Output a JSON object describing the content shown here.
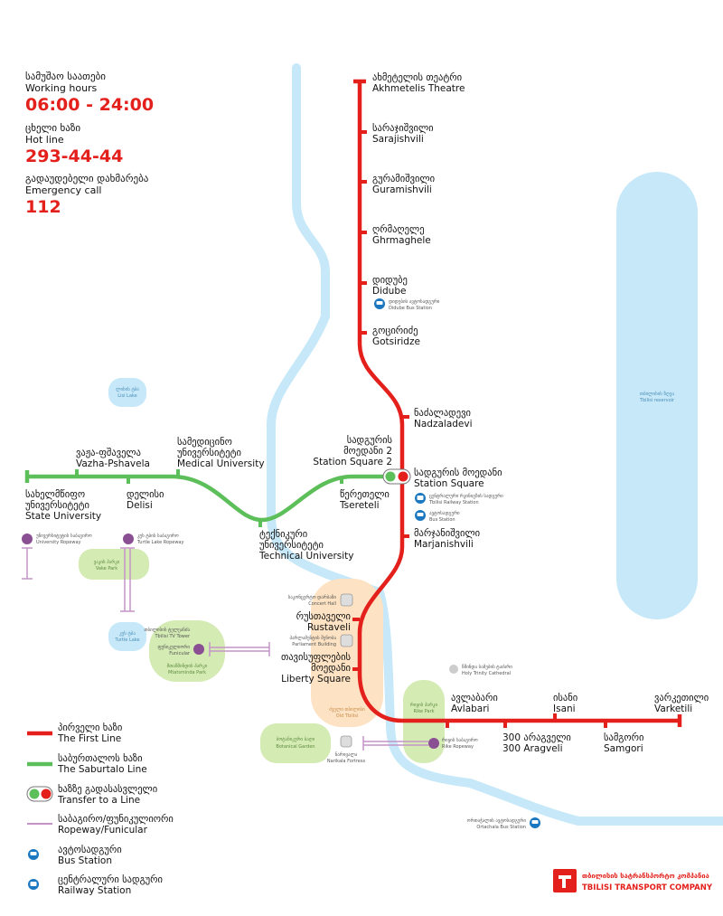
{
  "info": {
    "working_hours_ka": "სამუშაო საათები",
    "working_hours_en": "Working hours",
    "working_hours": "06:00 - 24:00",
    "hotline_ka": "ცხელი ხაზი",
    "hotline_en": "Hot line",
    "hotline": "293-44-44",
    "emergency_ka": "გადაუდებელი დახმარება",
    "emergency_en": "Emergency call",
    "emergency": "112"
  },
  "colors": {
    "red_line": "#e3201b",
    "green_line": "#5cbf5a",
    "river": "#c6e8f8",
    "park": "#d4ebb4",
    "zone": "#fde3c3",
    "ropeway": "#c494c8",
    "bus": "#1b78c0"
  },
  "red_stations": [
    {
      "ka": "ახმეტელის თეატრი",
      "en": "Akhmetelis Theatre"
    },
    {
      "ka": "სარაჯიშვილი",
      "en": "Sarajishvili"
    },
    {
      "ka": "გურამიშვილი",
      "en": "Guramishvili"
    },
    {
      "ka": "ღრმაღელე",
      "en": "Ghrmaghele"
    },
    {
      "ka": "დიდუბე",
      "en": "Didube"
    },
    {
      "ka": "გოცირიძე",
      "en": "Gotsiridze"
    },
    {
      "ka": "ნაძალადევი",
      "en": "Nadzaladevi"
    },
    {
      "ka": "სადგურის მოედანი",
      "en": "Station Square"
    },
    {
      "ka": "მარჯანიშვილი",
      "en": "Marjanishvili"
    },
    {
      "ka": "რუსთაველი",
      "en": "Rustaveli"
    },
    {
      "ka": "თავისუფლების",
      "ka2": "მოედანი",
      "en": "Liberty Square"
    },
    {
      "ka": "ავლაბარი",
      "en": "Avlabari"
    },
    {
      "ka": "300 არაგველი",
      "en": "300 Aragveli"
    },
    {
      "ka": "ისანი",
      "en": "Isani"
    },
    {
      "ka": "სამგორი",
      "en": "Samgori"
    },
    {
      "ka": "ვარკეთილი",
      "en": "Varketili"
    }
  ],
  "green_stations": [
    {
      "ka": "სადგურის",
      "ka2": "მოედანი 2",
      "en": "Station Square 2"
    },
    {
      "ka": "წერეთელი",
      "en": "Tsereteli"
    },
    {
      "ka": "ტექნიკური",
      "ka2": "უნივერსიტეტი",
      "en": "Technical University"
    },
    {
      "ka": "სამედიცინო",
      "ka2": "უნივერსიტეტი",
      "en": "Medical University"
    },
    {
      "ka": "დელისი",
      "en": "Delisi"
    },
    {
      "ka": "ვაჟა-ფშაველა",
      "en": "Vazha-Pshavela"
    },
    {
      "ka": "სახელმწიფო",
      "ka2": "უნივერსიტეტი",
      "en": "State University"
    }
  ],
  "pois": {
    "didube_bus_ka": "დიდუბის ავტოსადგური",
    "didube_bus_en": "Didube Bus Station",
    "railway_ka": "ცენტრალური რკინიგზის სადგური",
    "railway_en": "Tbilisi Railway Station",
    "bus_ka": "ავტოსადგური",
    "bus_en": "Bus Station",
    "concert_ka": "საკონცერტო დარბაზი",
    "concert_en": "Concert Hall",
    "parliament_ka": "პარლამენტის შენობა",
    "parliament_en": "Parliament Building",
    "trinity_ka": "წმინდა სამების ტაძარი",
    "trinity_en": "Holy Trinity Cathedral",
    "narikala_ka": "ნარიყალა",
    "narikala_en": "Narikala Fortress",
    "ortachala_ka": "ორთაჭალის ავტოსადგური",
    "ortachala_en": "Ortachala Bus Station",
    "univ_ropeway_ka": "უნივერსიტეტის საბაგირო",
    "univ_ropeway_en": "University Ropeway",
    "turtle_ropeway_ka": "კუს ტბის საბაგირო",
    "turtle_ropeway_en": "Turtle Lake Ropeway",
    "tv_tower_ka": "თბილისის ტელეანძა",
    "tv_tower_en": "Tbilisi TV Tower",
    "funicular_ka": "ფუნიკულიორი",
    "funicular_en": "Funicular",
    "rike_ropeway_ka": "რიყის საბაგირო",
    "rike_ropeway_en": "Rike Ropeway",
    "vake_park_ka": "ვაკის პარკი",
    "vake_park_en": "Vake Park",
    "turtle_lake_ka": "კუს ტბა",
    "turtle_lake_en": "Turtle Lake",
    "mtatsminda_ka": "მთაწმინდის პარკი",
    "mtatsminda_en": "Mtatsminda Park",
    "botanical_ka": "ბოტანიკური ბაღი",
    "botanical_en": "Botanical Garden",
    "rike_park_ka": "რიყის პარკი",
    "rike_park_en": "Rike Park",
    "old_town_ka": "ძველი თბილისი",
    "old_town_en": "Old Tbilisi",
    "lisi_lake_ka": "ლისის ტბა",
    "lisi_lake_en": "Lisi Lake",
    "reservoir_ka": "თბილისის ზღვა",
    "reservoir_en": "Tbilisi reservoir"
  },
  "legend": {
    "first_line_ka": "პირველი ხაზი",
    "first_line_en": "The First Line",
    "saburtalo_ka": "საბურთალოს ხაზი",
    "saburtalo_en": "The Saburtalo Line",
    "transfer_ka": "ხაზზე გადასასვლელი",
    "transfer_en": "Transfer to a Line",
    "ropeway_ka": "საბაგირო/ფუნიკულიორი",
    "ropeway_en": "Ropeway/Funicular",
    "bus_ka": "ავტოსადგური",
    "bus_en": "Bus Station",
    "railway_ka": "ცენტრალური სადგური",
    "railway_en": "Railway Station"
  },
  "brand": {
    "name_ka": "თბილისის სატრანსპორტო კომპანია",
    "name_en": "TBILISI TRANSPORT COMPANY"
  }
}
